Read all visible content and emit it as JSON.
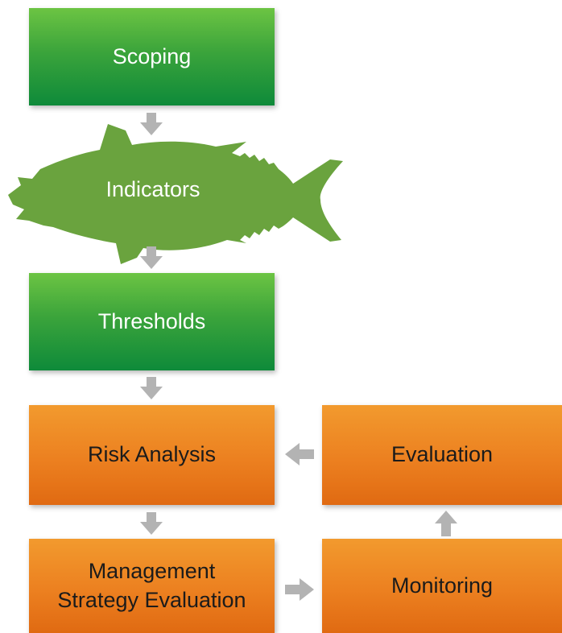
{
  "nodes": {
    "scoping": "Scoping",
    "indicators": "Indicators",
    "thresholds": "Thresholds",
    "risk_analysis": "Risk Analysis",
    "evaluation": "Evaluation",
    "management_strategy_evaluation": "Management Strategy Evaluation",
    "monitoring": "Monitoring"
  },
  "colors": {
    "green_top": "#6cc443",
    "green_bottom": "#0e8a3a",
    "fish": "#6aa33e",
    "orange_top": "#f29a2e",
    "orange_bottom": "#e06a12",
    "arrow": "#b3b3b3"
  },
  "icons": {
    "fish": "tuna-fish-silhouette",
    "arrow": "block-arrow"
  }
}
